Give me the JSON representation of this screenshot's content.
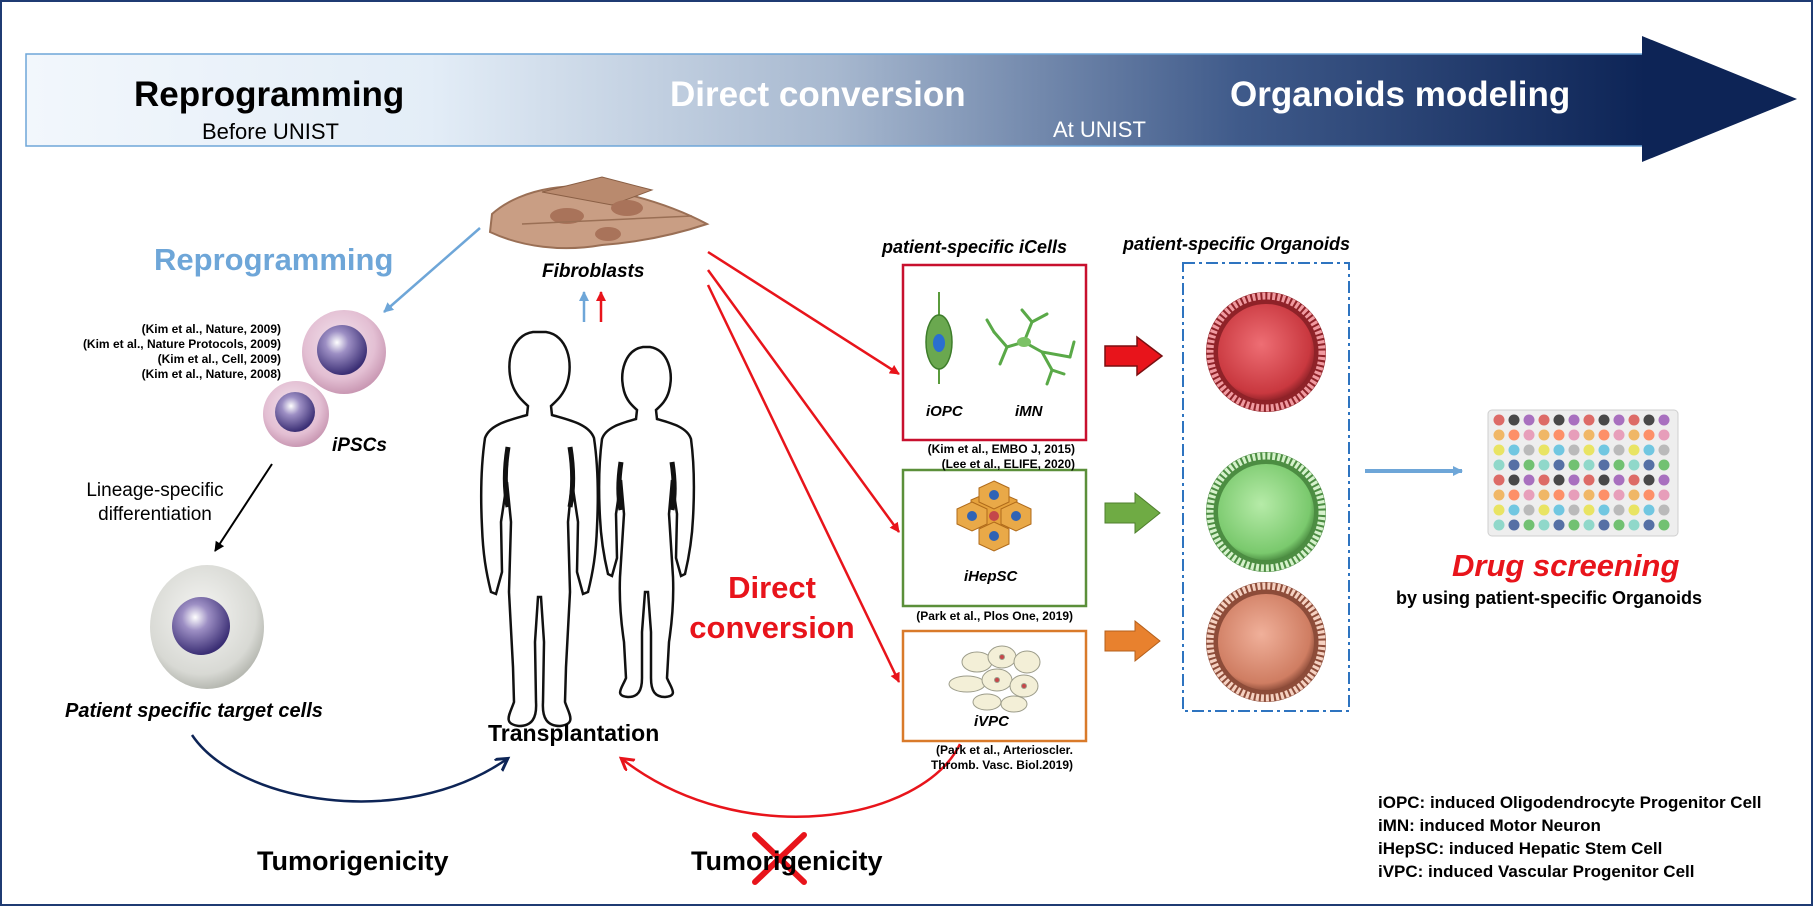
{
  "banner": {
    "stage1_title": "Reprogramming",
    "stage1_sub": "Before UNIST",
    "stage2_title": "Direct conversion",
    "stage2_sub": "At UNIST",
    "stage3_title": "Organoids modeling"
  },
  "reprogramming": {
    "label": "Reprogramming",
    "refs": [
      "(Kim et al., Nature, 2009)",
      "(Kim et al., Nature Protocols, 2009)",
      "(Kim et al., Cell, 2009)",
      "(Kim et al., Nature, 2008)"
    ],
    "ipsc_label": "iPSCs",
    "differentiation_line1": "Lineage-specific",
    "differentiation_line2": "differentiation",
    "target_cells": "Patient specific target cells",
    "tumorigenicity": "Tumorigenicity"
  },
  "center": {
    "fibroblasts": "Fibroblasts",
    "transplantation": "Transplantation",
    "direct_line1": "Direct",
    "direct_line2": "conversion",
    "tumorigenicity_crossed": "Tumorigenicity"
  },
  "icells": {
    "header": "patient-specific iCells",
    "box1": {
      "label1": "iOPC",
      "label2": "iMN",
      "refs": [
        "(Kim et al., EMBO J, 2015)",
        "(Lee et al., ELIFE, 2020)"
      ]
    },
    "box2": {
      "label": "iHepSC",
      "refs": [
        "(Park et al., Plos One, 2019)"
      ]
    },
    "box3": {
      "label": "iVPC",
      "refs": [
        "(Park et al., Arterioscler.",
        "Thromb. Vasc. Biol.2019)"
      ]
    }
  },
  "organoids": {
    "header": "patient-specific Organoids"
  },
  "screening": {
    "title": "Drug screening",
    "subtitle": "by using patient-specific Organoids"
  },
  "legend": [
    "iOPC: induced Oligodendrocyte Progenitor Cell",
    "iMN: induced Motor Neuron",
    "iHepSC: induced Hepatic Stem Cell",
    "iVPC: induced Vascular Progenitor Cell"
  ],
  "colors": {
    "navy": "#0d2456",
    "red": "#e8141b",
    "blue": "#6ea6d8",
    "green": "#5b8f3a",
    "orange": "#d97a2a"
  }
}
